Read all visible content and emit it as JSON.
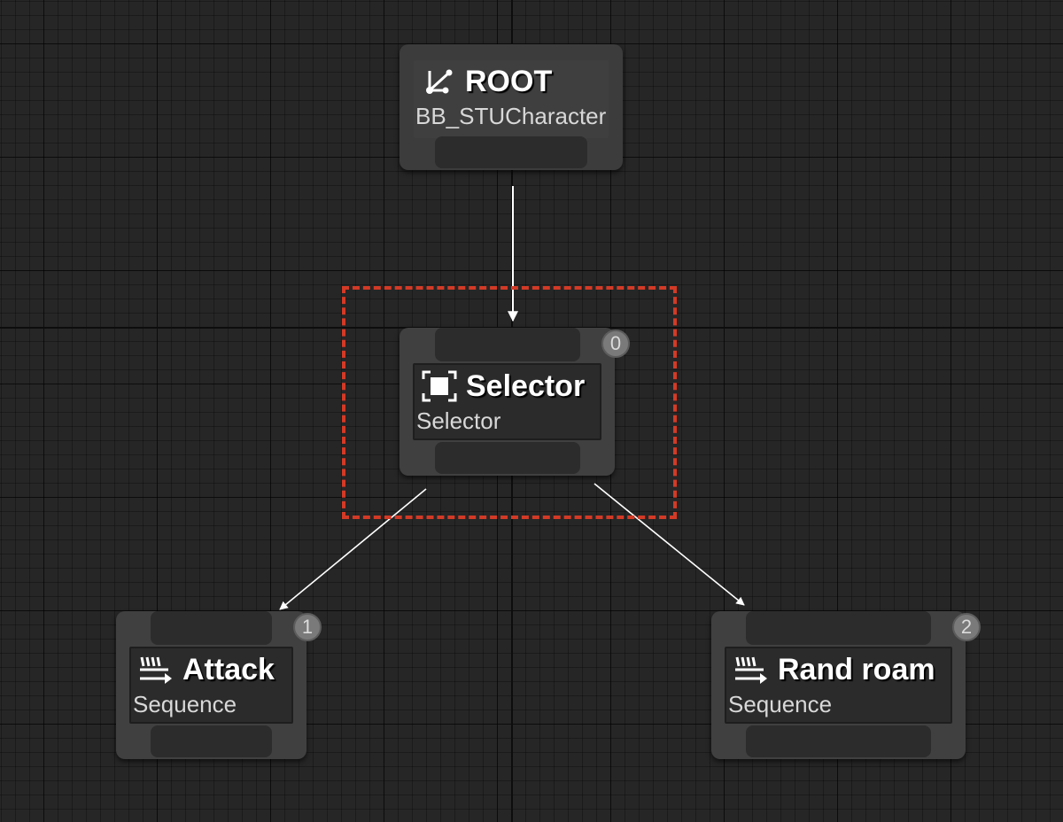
{
  "graph": {
    "root": {
      "title": "ROOT",
      "subtitle": "BB_STUCharacter",
      "icon": "root-branch-icon"
    },
    "selector": {
      "title": "Selector",
      "subtitle": "Selector",
      "index": "0",
      "icon": "selector-icon"
    },
    "attack": {
      "title": "Attack",
      "subtitle": "Sequence",
      "index": "1",
      "icon": "sequence-icon"
    },
    "rand_roam": {
      "title": "Rand roam",
      "subtitle": "Sequence",
      "index": "2",
      "icon": "sequence-icon"
    }
  },
  "colors": {
    "background": "#262626",
    "node": "#404040",
    "selection": "#d33a26",
    "wire": "#ffffff",
    "badge": "#7a7a7a"
  }
}
